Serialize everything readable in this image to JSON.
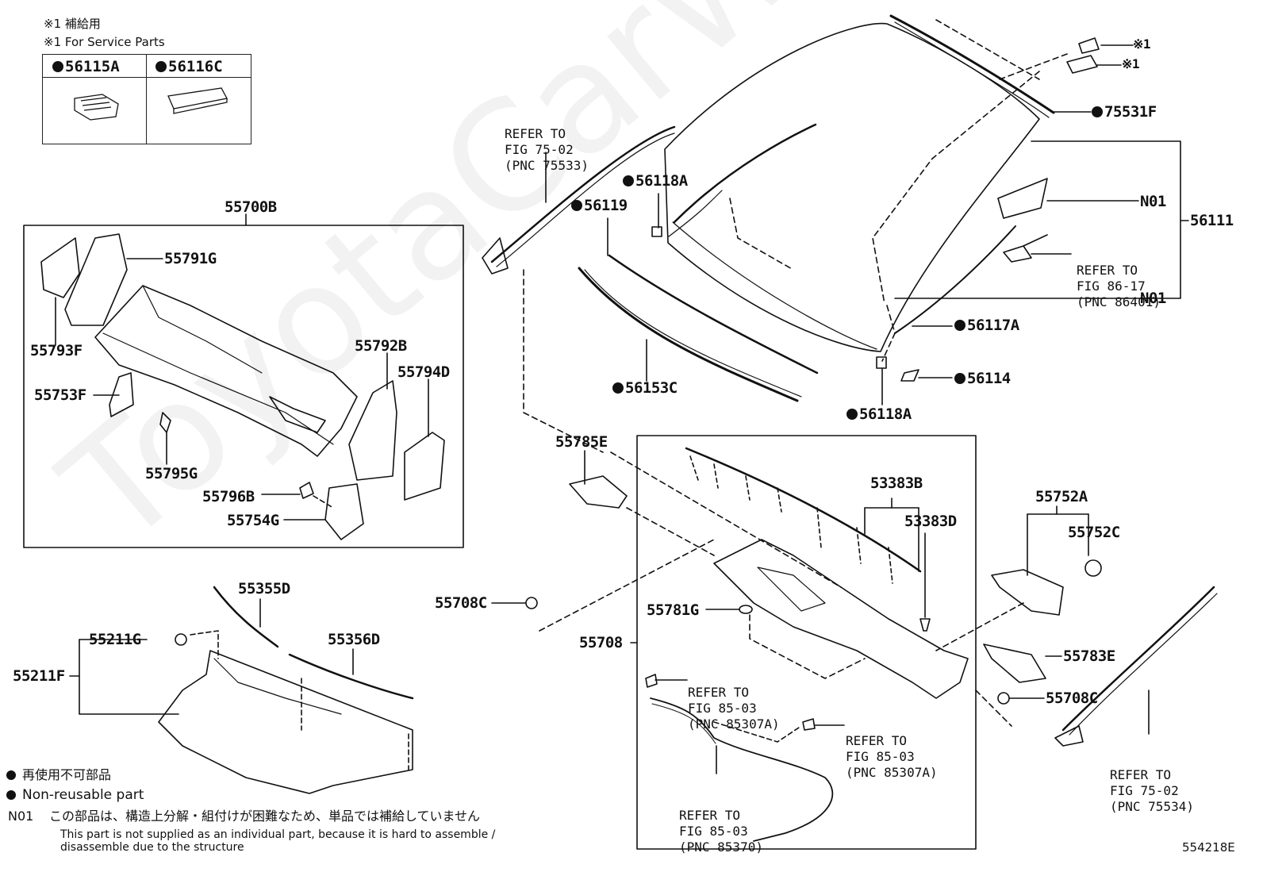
{
  "service_note": {
    "jp": "※1 補給用",
    "en": "※1 For Service Parts"
  },
  "service_table": {
    "col1": "56115A",
    "col2": "56116C"
  },
  "watermark": "ToyotaCarWiner.ru",
  "parts": {
    "p55700B": "55700B",
    "p55791G": "55791G",
    "p55793F": "55793F",
    "p55792B": "55792B",
    "p55794D": "55794D",
    "p55753F": "55753F",
    "p55795G": "55795G",
    "p55796B": "55796B",
    "p55754G": "55754G",
    "p55355D": "55355D",
    "p55356D": "55356D",
    "p55211G": "55211G",
    "p55211F": "55211F",
    "p56118A_top": "56118A",
    "p56119": "56119",
    "p56153C": "56153C",
    "p56118A_bot": "56118A",
    "p56117A": "56117A",
    "p56114": "56114",
    "p75531F": "75531F",
    "pN01a": "N01",
    "pN01b": "N01",
    "p56111": "56111",
    "mark1a": "※1",
    "mark1b": "※1",
    "p55785E": "55785E",
    "p53383B": "53383B",
    "p53383D": "53383D",
    "p55752A": "55752A",
    "p55752C": "55752C",
    "p55708C_left": "55708C",
    "p55708": "55708",
    "p55781G": "55781G",
    "p55783E": "55783E",
    "p55708C_right": "55708C",
    "diagram_id": "554218E"
  },
  "refs": {
    "r75533": [
      "REFER TO",
      "FIG 75-02",
      "(PNC 75533)"
    ],
    "r86401": [
      "REFER TO",
      "FIG 86-17",
      "(PNC 86401)"
    ],
    "r85307a_left": [
      "REFER TO",
      "FIG 85-03",
      "(PNC 85307A)"
    ],
    "r85307a_right": [
      "REFER TO",
      "FIG 85-03",
      "(PNC 85307A)"
    ],
    "r85370": [
      "REFER TO",
      "FIG 85-03",
      "(PNC 85370)"
    ],
    "r75534": [
      "REFER TO",
      "FIG 75-02",
      "(PNC 75534)"
    ]
  },
  "legend": {
    "jp_nonreusable": "再使用不可部品",
    "en_nonreusable": "Non-reusable part",
    "n01_code": "N01",
    "n01_jp": "この部品は、構造上分解・組付けが困難なため、単品では補給していません",
    "n01_en_line1": "This part is not supplied as an individual part, because it is hard to assemble /",
    "n01_en_line2": "disassemble due to the structure"
  }
}
